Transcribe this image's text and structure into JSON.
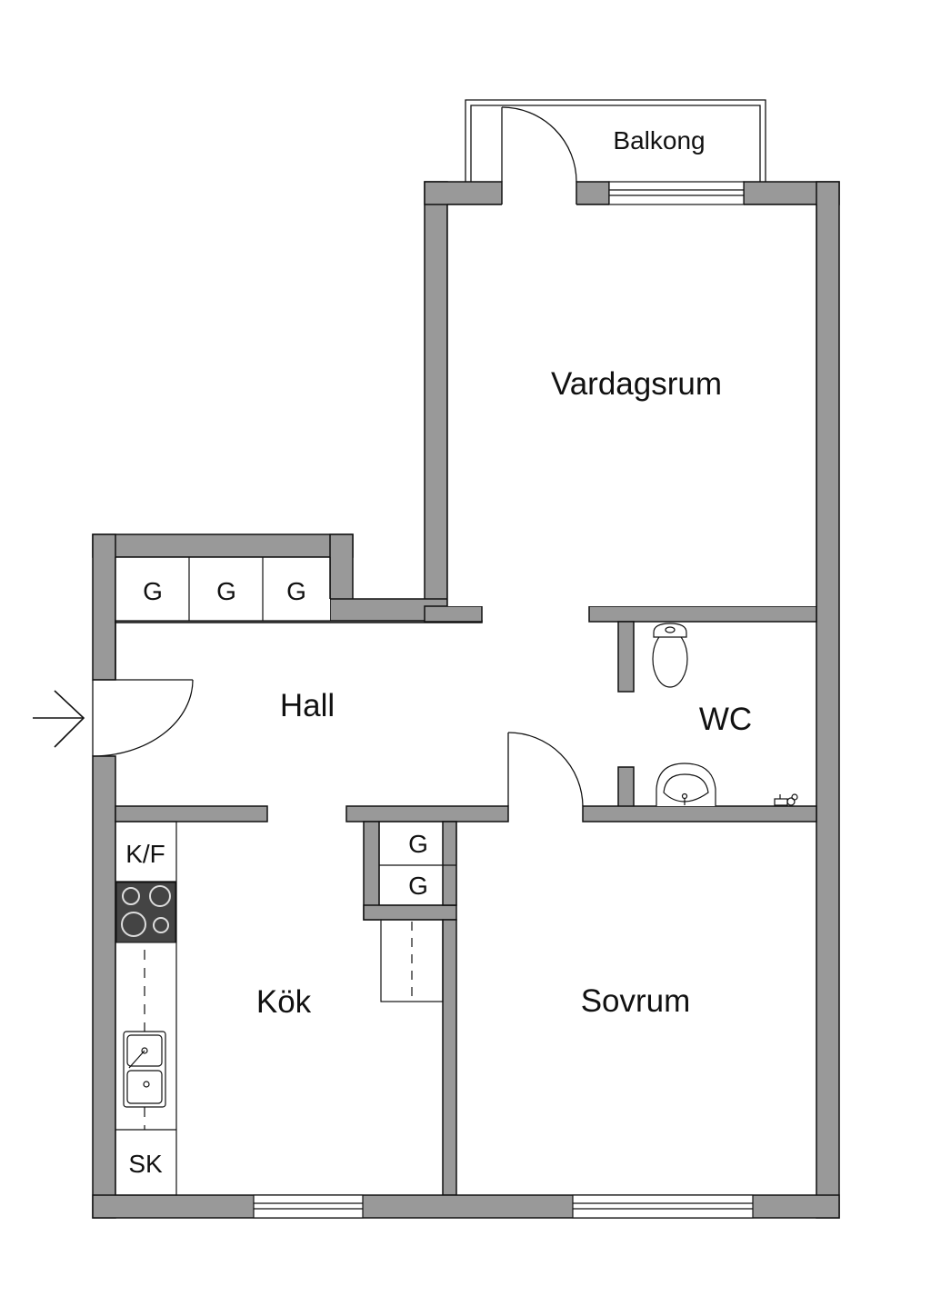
{
  "colors": {
    "wall": "#999999",
    "line": "#111111",
    "background": "#ffffff"
  },
  "rooms": {
    "balcony": "Balkong",
    "living": "Vardagsrum",
    "hall": "Hall",
    "wc": "WC",
    "kitchen": "Kök",
    "bedroom": "Sovrum"
  },
  "cabinets": {
    "wardrobe": "G",
    "fridge_freezer": "K/F",
    "pantry": "SK"
  },
  "icons": [
    "entrance-arrow-icon",
    "toilet-icon",
    "sink-icon",
    "faucet-icon",
    "stove-icon",
    "kitchen-sink-icon"
  ]
}
